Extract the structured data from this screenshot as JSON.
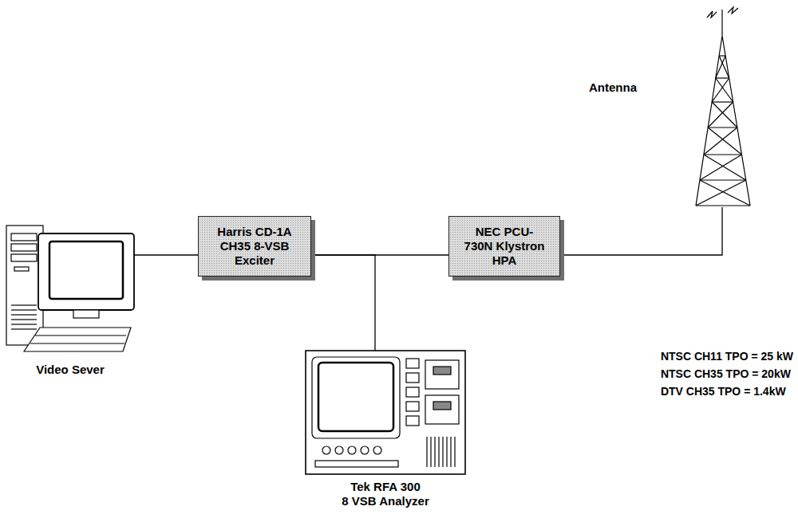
{
  "diagram": {
    "nodes": [
      {
        "text": [
          "Video Sever"
        ]
      },
      {
        "text": [
          "Harris CD-1A CH35 8-VSB Exciter"
        ]
      },
      {
        "text": [
          "NEC PCU-730N Klystron HPA"
        ]
      },
      {
        "text": [
          "Tek RFA 300",
          "8 VSB Analyzer"
        ]
      },
      {
        "text": [
          "Antenna"
        ]
      }
    ],
    "edges": [
      {
        "from": 0,
        "to": 1,
        "arrow": "none"
      },
      {
        "from": 1,
        "to": 2,
        "arrow": "none"
      },
      {
        "from": 1,
        "to": 3,
        "arrow": "none"
      },
      {
        "from": 2,
        "to": 4,
        "arrow": "none"
      }
    ],
    "labels": [
      "NTSC CH11 TPO = 25 kW",
      "NTSC CH35 TPO = 20kW",
      "DTV CH35 TPO = 1.4kW"
    ]
  }
}
